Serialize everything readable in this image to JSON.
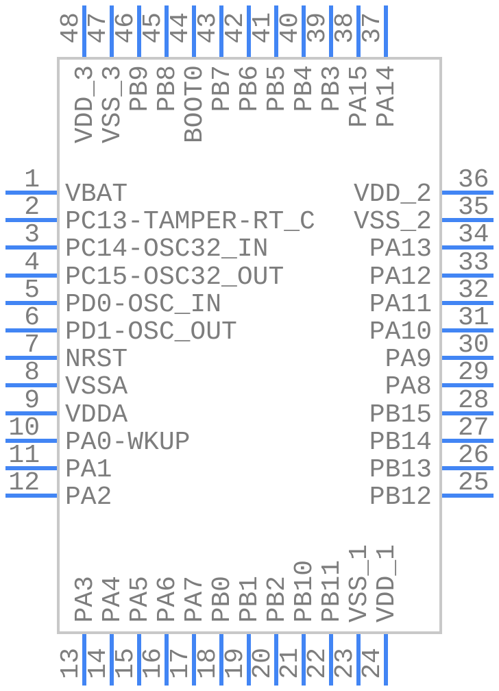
{
  "diagram": {
    "type": "ic-package-pinout",
    "pin_count": 48
  },
  "colors": {
    "background": "#ffffff",
    "body_fill": "#ffffff",
    "body_border": "#c8c8c8",
    "lead": "#4285f4",
    "text": "#7d7d7d"
  },
  "pins": {
    "top": [
      {
        "num": "48",
        "name": "VDD_3"
      },
      {
        "num": "47",
        "name": "VSS_3"
      },
      {
        "num": "46",
        "name": "PB9"
      },
      {
        "num": "45",
        "name": "PB8"
      },
      {
        "num": "44",
        "name": "BOOT0"
      },
      {
        "num": "43",
        "name": "PB7"
      },
      {
        "num": "42",
        "name": "PB6"
      },
      {
        "num": "41",
        "name": "PB5"
      },
      {
        "num": "40",
        "name": "PB4"
      },
      {
        "num": "39",
        "name": "PB3"
      },
      {
        "num": "38",
        "name": "PA15"
      },
      {
        "num": "37",
        "name": "PA14"
      }
    ],
    "left": [
      {
        "num": "1",
        "name": "VBAT"
      },
      {
        "num": "2",
        "name": "PC13-TAMPER-RT_C"
      },
      {
        "num": "3",
        "name": "PC14-OSC32_IN"
      },
      {
        "num": "4",
        "name": "PC15-OSC32_OUT"
      },
      {
        "num": "5",
        "name": "PD0-OSC_IN"
      },
      {
        "num": "6",
        "name": "PD1-OSC_OUT"
      },
      {
        "num": "7",
        "name": "NRST"
      },
      {
        "num": "8",
        "name": "VSSA"
      },
      {
        "num": "9",
        "name": "VDDA"
      },
      {
        "num": "10",
        "name": "PA0-WKUP"
      },
      {
        "num": "11",
        "name": "PA1"
      },
      {
        "num": "12",
        "name": "PA2"
      }
    ],
    "right": [
      {
        "num": "36",
        "name": "VDD_2"
      },
      {
        "num": "35",
        "name": "VSS_2"
      },
      {
        "num": "34",
        "name": "PA13"
      },
      {
        "num": "33",
        "name": "PA12"
      },
      {
        "num": "32",
        "name": "PA11"
      },
      {
        "num": "31",
        "name": "PA10"
      },
      {
        "num": "30",
        "name": "PA9"
      },
      {
        "num": "29",
        "name": "PA8"
      },
      {
        "num": "28",
        "name": "PB15"
      },
      {
        "num": "27",
        "name": "PB14"
      },
      {
        "num": "26",
        "name": "PB13"
      },
      {
        "num": "25",
        "name": "PB12"
      }
    ],
    "bottom": [
      {
        "num": "13",
        "name": "PA3"
      },
      {
        "num": "14",
        "name": "PA4"
      },
      {
        "num": "15",
        "name": "PA5"
      },
      {
        "num": "16",
        "name": "PA6"
      },
      {
        "num": "17",
        "name": "PA7"
      },
      {
        "num": "18",
        "name": "PB0"
      },
      {
        "num": "19",
        "name": "PB1"
      },
      {
        "num": "20",
        "name": "PB2"
      },
      {
        "num": "21",
        "name": "PB10"
      },
      {
        "num": "22",
        "name": "PB11"
      },
      {
        "num": "23",
        "name": "VSS_1"
      },
      {
        "num": "24",
        "name": "VDD_1"
      }
    ]
  }
}
